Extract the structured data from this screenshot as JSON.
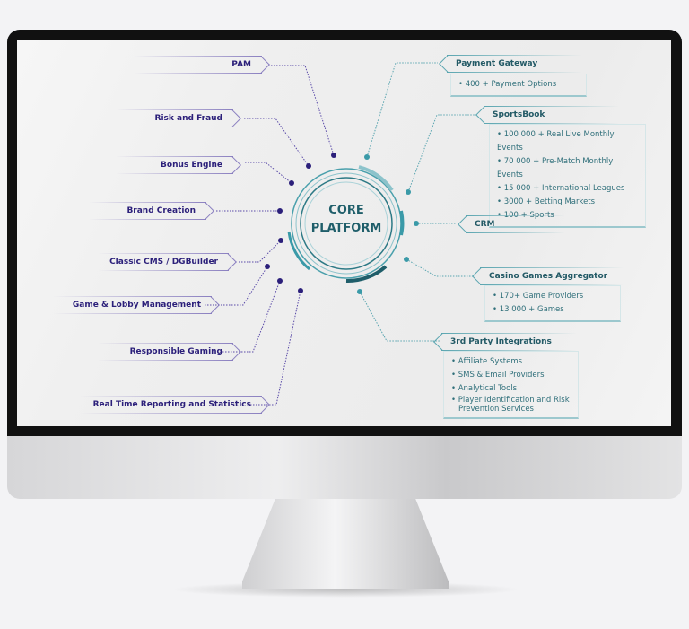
{
  "diagram": {
    "center": {
      "line1": "CORE",
      "line2": "PLATFORM"
    },
    "left_modules": [
      "PAM",
      "Risk and Fraud",
      "Bonus Engine",
      "Brand Creation",
      "Classic CMS / DGBuilder",
      "Game & Lobby Management",
      "Responsible Gaming",
      "Real Time Reporting and Statistics"
    ],
    "right_modules": [
      {
        "title": "Payment Gateway",
        "items": [
          "400 + Payment Options"
        ]
      },
      {
        "title": "SportsBook",
        "items": [
          "100 000 + Real Live Monthly Events",
          "70 000 + Pre-Match Monthly Events",
          "15 000 + International Leagues",
          "3000 + Betting Markets",
          "100 + Sports"
        ]
      },
      {
        "title": "CRM",
        "items": []
      },
      {
        "title": "Casino Games Aggregator",
        "items": [
          "170+ Game Providers",
          "13 000 + Games"
        ]
      },
      {
        "title": "3rd Party Integrations",
        "items": [
          "Affiliate Systems",
          "SMS & Email Providers",
          "Analytical Tools",
          "Player Identification and Risk Prevention Services"
        ]
      }
    ],
    "colors": {
      "left": "#2b1f7a",
      "right": "#3a9aa8",
      "center": "#1f5e6a"
    }
  }
}
